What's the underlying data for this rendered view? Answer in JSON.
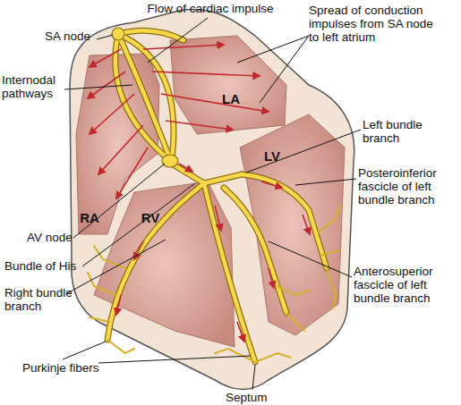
{
  "diagram": {
    "nodes": [
      {
        "text": [
          "LA"
        ]
      },
      {
        "text": [
          "LV"
        ]
      },
      {
        "text": [
          "RA"
        ]
      },
      {
        "text": [
          "RV"
        ]
      }
    ],
    "labels": [
      "Flow of cardiac impulse",
      "SA node",
      "Spread of conduction impulses from SA node to left atrium",
      "Internodal pathways",
      "Left bundle branch",
      "Posteroinferior fascicle of left bundle branch",
      "AV node",
      "Bundle of His",
      "Right bundle branch",
      "Anterosuperior fascicle of left bundle branch",
      "Purkinje fibers",
      "Septum"
    ]
  }
}
